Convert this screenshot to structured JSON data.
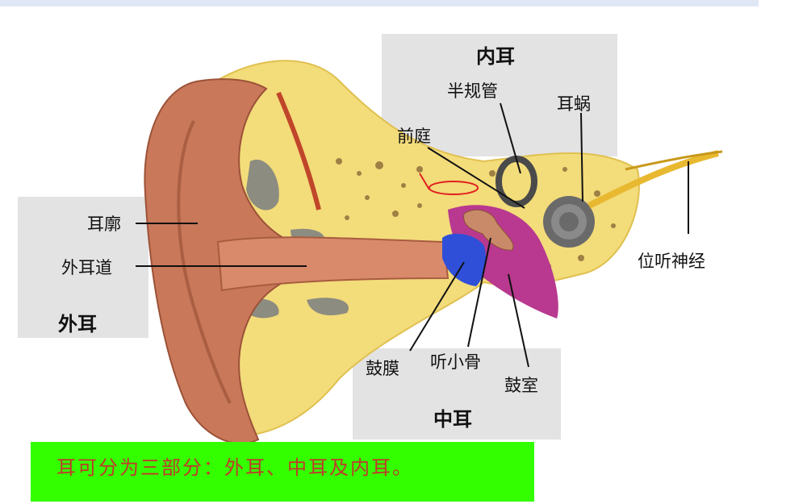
{
  "regions": {
    "outer": {
      "title": "外耳"
    },
    "middle": {
      "title": "中耳"
    },
    "inner": {
      "title": "内耳"
    }
  },
  "labels": {
    "auricle": "耳廓",
    "ear_canal": "外耳道",
    "semicircular_canals": "半规管",
    "cochlea": "耳蜗",
    "vestibule": "前庭",
    "vestibulocochlear_nerve": "位听神经",
    "eardrum": "鼓膜",
    "ossicles": "听小骨",
    "tympanic_cavity": "鼓室"
  },
  "caption": "耳可分为三部分：外耳、中耳及内耳。",
  "colors": {
    "skin": "#c9785a",
    "bone": "#f0d060",
    "eardrum": "#2f4fd8",
    "cavity": "#b8398f",
    "caption_bg": "#33ff00",
    "caption_text": "#c0392b",
    "highlight": "#e02020"
  }
}
